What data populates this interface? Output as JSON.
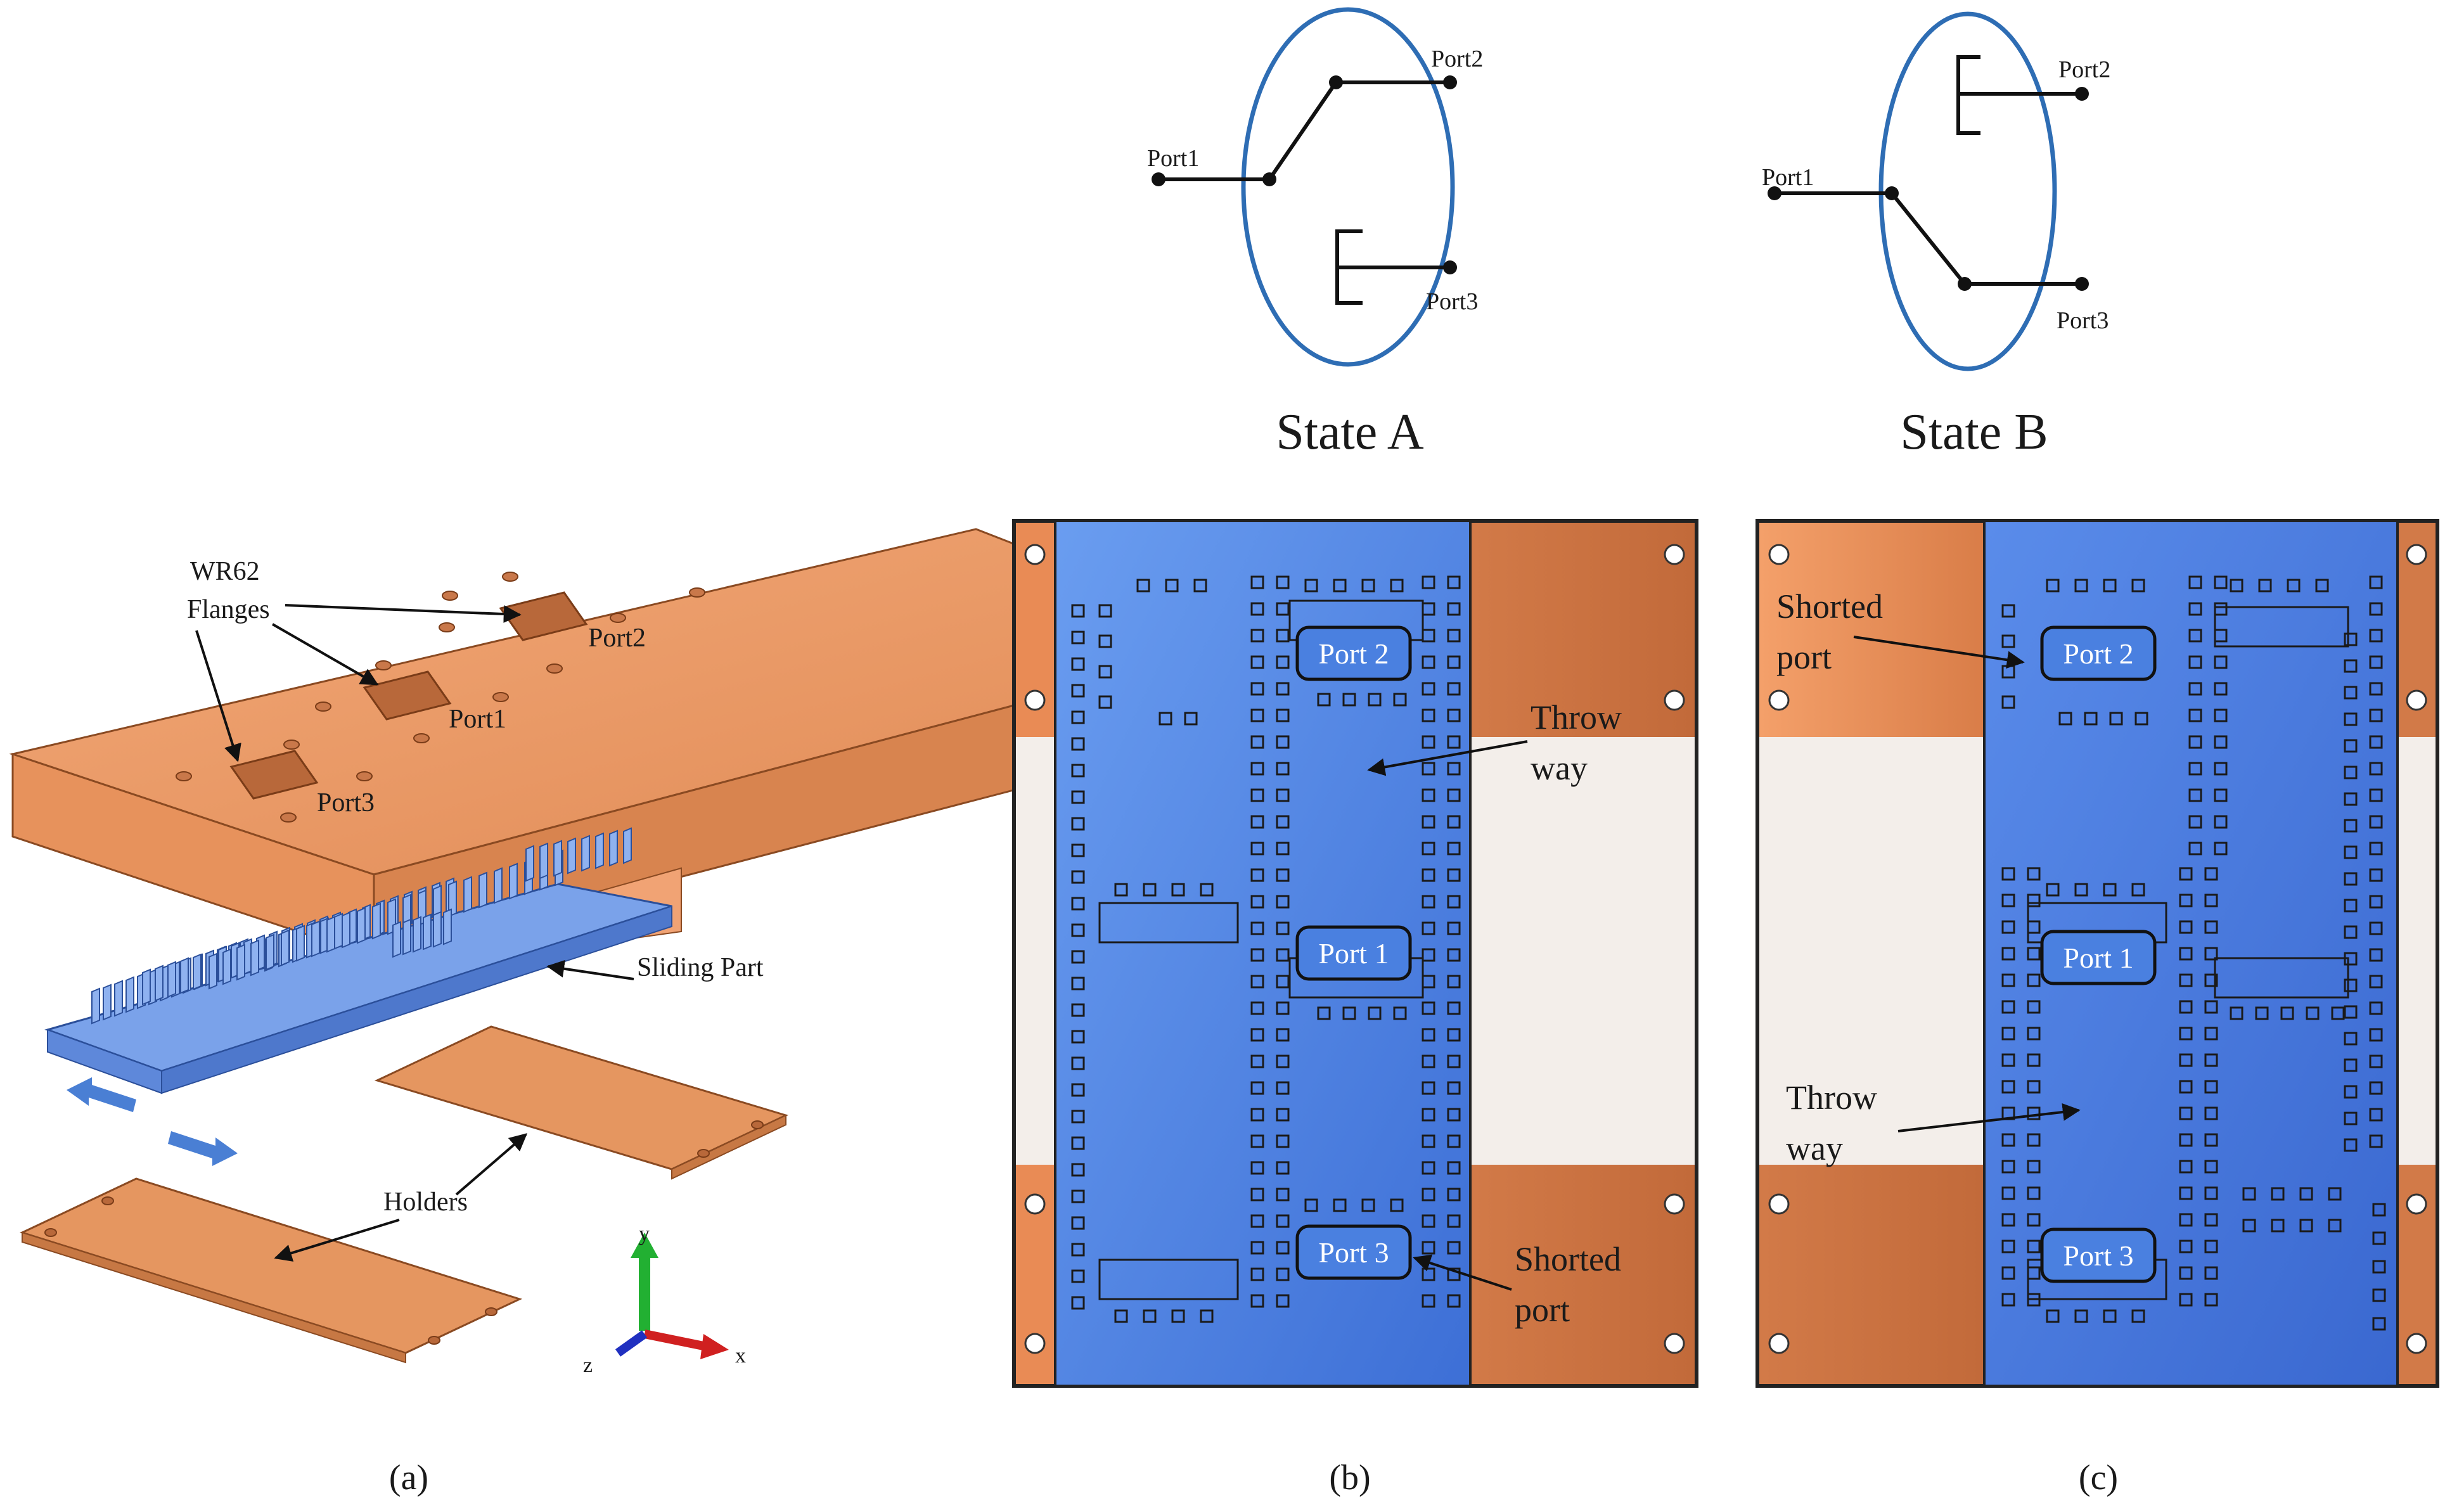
{
  "colors": {
    "copper": "#E8925A",
    "copper_dark": "#C86E3E",
    "slider_blue": "#4A7FE0",
    "circle_blue": "#2E6DB4",
    "background_gap": "#F3EEEA"
  },
  "panel_a": {
    "caption": "(a)",
    "label_flanges_1": "WR62",
    "label_flanges_2": "Flanges",
    "label_port2": "Port2",
    "label_port1": "Port1",
    "label_port3": "Port3",
    "label_sliding": "Sliding Part",
    "label_holders": "Holders",
    "axis_x": "x",
    "axis_y": "y",
    "axis_z": "z"
  },
  "state_a": {
    "title": "State A",
    "port1": "Port1",
    "port2": "Port2",
    "port3": "Port3"
  },
  "state_b": {
    "title": "State B",
    "port1": "Port1",
    "port2": "Port2",
    "port3": "Port3"
  },
  "panel_b": {
    "caption": "(b)",
    "port1": "Port 1",
    "port2": "Port 2",
    "port3": "Port 3",
    "throw_1": "Throw",
    "throw_2": "way",
    "shorted_1": "Shorted",
    "shorted_2": "port"
  },
  "panel_c": {
    "caption": "(c)",
    "port1": "Port 1",
    "port2": "Port 2",
    "port3": "Port 3",
    "throw_1": "Throw",
    "throw_2": "way",
    "shorted_1": "Shorted",
    "shorted_2": "port"
  }
}
